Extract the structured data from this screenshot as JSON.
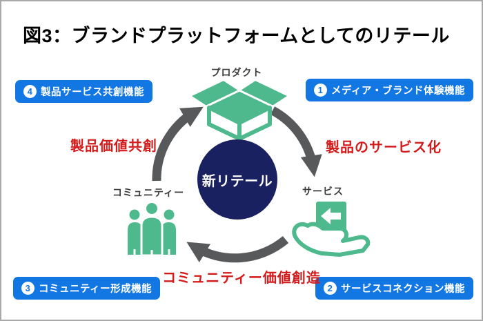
{
  "title": "図3：ブランドプラットフォームとしてのリテール",
  "center": {
    "label": "新リテール"
  },
  "nodes": {
    "product": "プロダクト",
    "service": "サービス",
    "community": "コミュニティー"
  },
  "flow_labels": {
    "community_to_product": "製品価値共創",
    "product_to_service": "製品のサービス化",
    "service_to_community": "コミュニティー価値創造"
  },
  "badges": {
    "top_right": {
      "number": "1",
      "label": "メディア・ブランド体験機能"
    },
    "bottom_right": {
      "number": "2",
      "label": "サービスコネクション機能"
    },
    "bottom_left": {
      "number": "3",
      "label": "コミュニティー形成機能"
    },
    "top_left": {
      "number": "4",
      "label": "製品サービス共創機能"
    }
  },
  "icons": {
    "product": "open-box-icon",
    "service": "hand-holding-box-icon",
    "community": "people-group-icon",
    "cycle": "circular-arrows-icon"
  },
  "colors": {
    "badge_blue": "#1277e2",
    "icon_green": "#4eb98d",
    "center_navy": "#1a2161",
    "flow_red": "#d31b1b",
    "arrow_gray": "#58595b"
  }
}
